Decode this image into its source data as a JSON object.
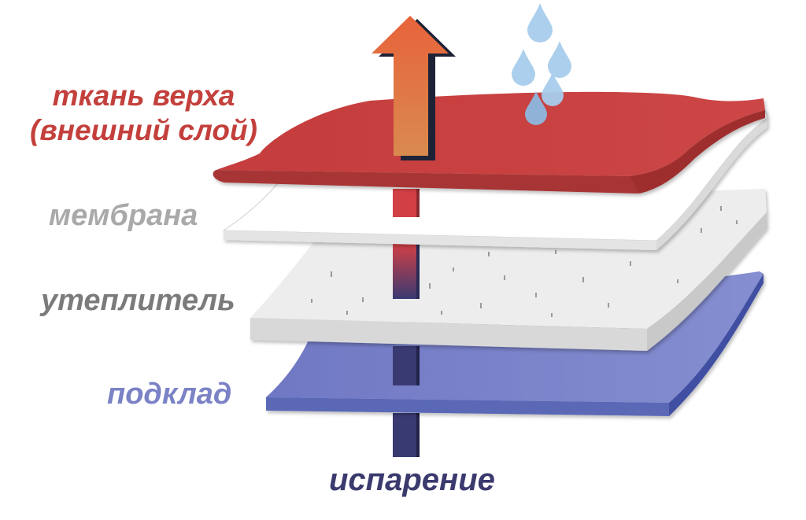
{
  "labels": {
    "outer_line1": "ткань верха",
    "outer_line2": "(внешний слой)",
    "membrane": "мембрана",
    "insulation": "утеплитель",
    "lining": "подклад",
    "evaporation": "испарение"
  },
  "colors": {
    "outer": "#c94141",
    "outer_dark": "#9c3232",
    "membrane": "#ffffff",
    "membrane_edge": "#d6d6d6",
    "insulation": "#ececec",
    "insulation_edge": "#c8c8c8",
    "lining": "#7a83c9",
    "lining_edge": "#5060b0",
    "arrow_top": "#e06a3a",
    "arrow_red": "#d44a3e",
    "arrow_navy": "#3a3a72",
    "drops": "#a7cdec",
    "label_outer": "#c3403c",
    "label_membrane": "#a9a9a9",
    "label_insulation": "#7b7b7b",
    "label_lining": "#7b82c5",
    "label_evaporation": "#3b3a6e"
  },
  "icons": {
    "arrow": "up-arrow-icon",
    "drops": "water-drops-icon"
  }
}
